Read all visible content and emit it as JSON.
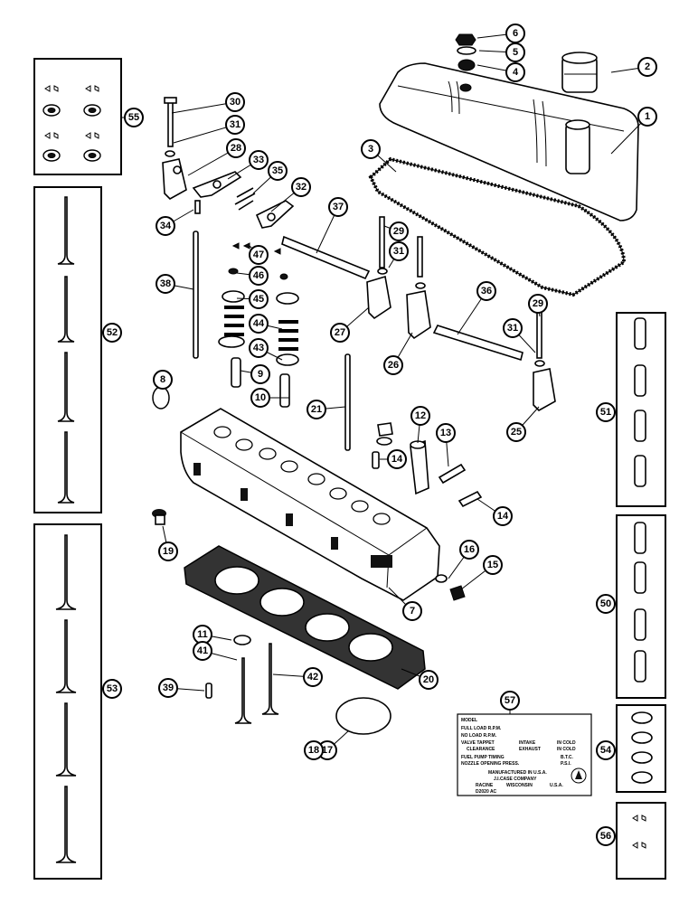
{
  "callouts": [
    {
      "id": "c1",
      "label": "1"
    },
    {
      "id": "c2",
      "label": "2"
    },
    {
      "id": "c3",
      "label": "3"
    },
    {
      "id": "c4",
      "label": "4"
    },
    {
      "id": "c5",
      "label": "5"
    },
    {
      "id": "c6",
      "label": "6"
    },
    {
      "id": "c7",
      "label": "7"
    },
    {
      "id": "c8",
      "label": "8"
    },
    {
      "id": "c9",
      "label": "9"
    },
    {
      "id": "c10",
      "label": "10"
    },
    {
      "id": "c11",
      "label": "11"
    },
    {
      "id": "c12",
      "label": "12"
    },
    {
      "id": "c13",
      "label": "13"
    },
    {
      "id": "c14a",
      "label": "14"
    },
    {
      "id": "c14b",
      "label": "14"
    },
    {
      "id": "c15",
      "label": "15"
    },
    {
      "id": "c16",
      "label": "16"
    },
    {
      "id": "c17",
      "label": "17"
    },
    {
      "id": "c18",
      "label": "18"
    },
    {
      "id": "c19",
      "label": "19"
    },
    {
      "id": "c20",
      "label": "20"
    },
    {
      "id": "c21",
      "label": "21"
    },
    {
      "id": "c25",
      "label": "25"
    },
    {
      "id": "c26",
      "label": "26"
    },
    {
      "id": "c27",
      "label": "27"
    },
    {
      "id": "c28",
      "label": "28"
    },
    {
      "id": "c29a",
      "label": "29"
    },
    {
      "id": "c29b",
      "label": "29"
    },
    {
      "id": "c30",
      "label": "30"
    },
    {
      "id": "c31a",
      "label": "31"
    },
    {
      "id": "c31b",
      "label": "31"
    },
    {
      "id": "c31c",
      "label": "31"
    },
    {
      "id": "c32",
      "label": "32"
    },
    {
      "id": "c33",
      "label": "33"
    },
    {
      "id": "c34",
      "label": "34"
    },
    {
      "id": "c35",
      "label": "35"
    },
    {
      "id": "c36",
      "label": "36"
    },
    {
      "id": "c37",
      "label": "37"
    },
    {
      "id": "c38",
      "label": "38"
    },
    {
      "id": "c39",
      "label": "39"
    },
    {
      "id": "c41",
      "label": "41"
    },
    {
      "id": "c42",
      "label": "42"
    },
    {
      "id": "c43",
      "label": "43"
    },
    {
      "id": "c44",
      "label": "44"
    },
    {
      "id": "c45",
      "label": "45"
    },
    {
      "id": "c46",
      "label": "46"
    },
    {
      "id": "c47",
      "label": "47"
    },
    {
      "id": "c50",
      "label": "50"
    },
    {
      "id": "c51",
      "label": "51"
    },
    {
      "id": "c52",
      "label": "52"
    },
    {
      "id": "c53",
      "label": "53"
    },
    {
      "id": "c54",
      "label": "54"
    },
    {
      "id": "c55",
      "label": "55"
    },
    {
      "id": "c56",
      "label": "56"
    },
    {
      "id": "c57",
      "label": "57"
    }
  ],
  "nameplate": {
    "model": "MODEL",
    "full_load": "FULL LOAD R.P.M.",
    "no_load": "NO LOAD R.P.M.",
    "valve_tappet": "VALVE TAPPET",
    "clearance": "CLEARANCE",
    "intake": "INTAKE",
    "exhaust": "EXHAUST",
    "in_cold_1": "IN COLD",
    "in_cold_2": "IN COLD",
    "fuel_pump_timing": "FUEL PUMP TIMING",
    "btc": "B.T.C.",
    "nozzle_pressure": "NOZZLE OPENING PRESS.",
    "psi": "P.S.I.",
    "manufactured": "MANUFACTURED IN U.S.A.",
    "company": "J.I.CASE COMPANY",
    "city": "RACINE",
    "state": "WISCONSIN",
    "country": "U.S.A.",
    "partno": "D2020 AC"
  }
}
